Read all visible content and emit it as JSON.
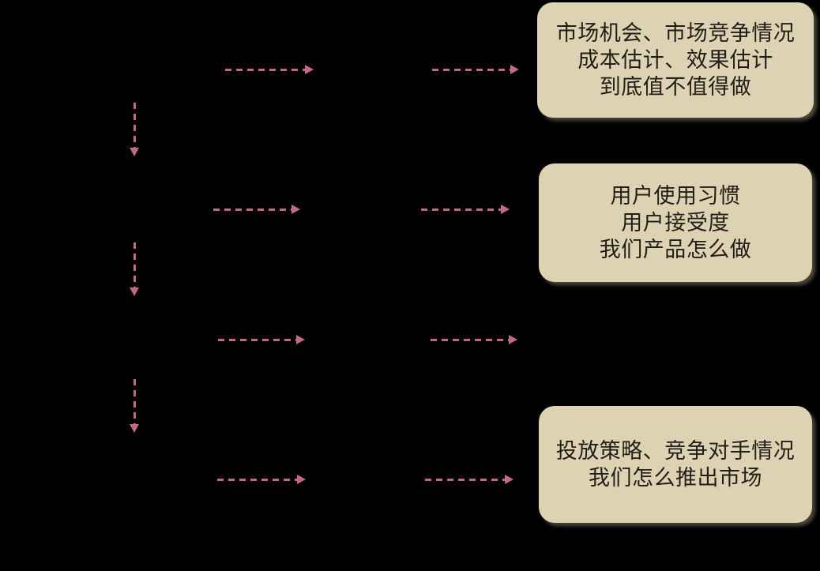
{
  "meta": {
    "type": "flow-diagram",
    "description": "black-background flowchart with dashed pink arrows and tan annotation notes"
  },
  "colors": {
    "background": "#000000",
    "arrow": "#c2688f",
    "note_fill": "#ddd3b3",
    "note_text": "#211d17",
    "note_shadow": "rgba(150,142,122,0.5)"
  },
  "notes": [
    {
      "name": "market-evaluation-note",
      "lines": [
        "市场机会、市场竞争情况",
        "成本估计、效果估计",
        "到底值不值得做"
      ]
    },
    {
      "name": "user-product-note",
      "lines": [
        "用户使用习惯",
        "用户接受度",
        "我们产品怎么做"
      ]
    },
    {
      "name": "go-to-market-note",
      "lines": [
        "投放策略、竞争对手情况",
        "我们怎么推出市场"
      ]
    }
  ]
}
